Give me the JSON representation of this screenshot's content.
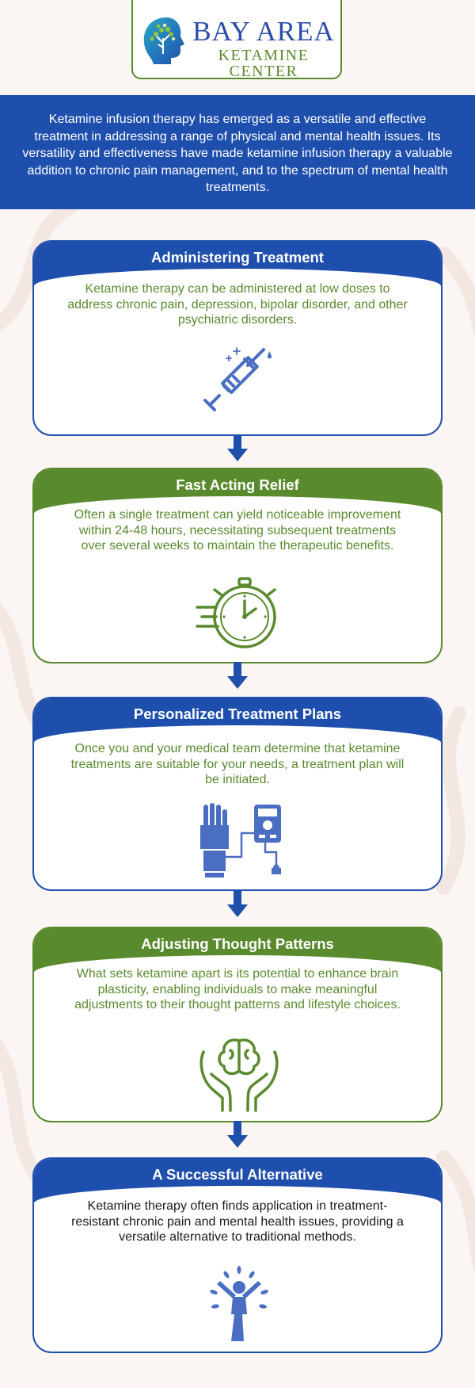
{
  "header": {
    "logo_line_1": "BAY AREA",
    "logo_line_2": "KETAMINE CENTER"
  },
  "intro": "Ketamine infusion therapy has emerged as a versatile and effective treatment in addressing a range of physical and mental health issues. Its versatility and effectiveness have made ketamine infusion therapy a valuable addition to chronic pain management, and to the spectrum of mental health treatments.",
  "sections": [
    {
      "title": "Administering Treatment",
      "body": "Ketamine therapy can be administered at low doses to address chronic pain, depression, bipolar disorder, and other psychiatric disorders.",
      "icon": "syringe-icon",
      "theme": "blue"
    },
    {
      "title": "Fast Acting Relief",
      "body": "Often a single treatment can yield noticeable improvement within 24-48 hours, necessitating subsequent treatments over several weeks to maintain the therapeutic benefits.",
      "icon": "stopwatch-icon",
      "theme": "green"
    },
    {
      "title": "Personalized Treatment Plans",
      "body": "Once you and your medical team determine that ketamine treatments are suitable for your needs, a treatment plan will be initiated.",
      "icon": "iv-pump-icon",
      "theme": "blue"
    },
    {
      "title": "Adjusting Thought Patterns",
      "body": "What sets ketamine apart is its potential to enhance brain plasticity, enabling individuals to make meaningful adjustments to their thought patterns and lifestyle choices.",
      "icon": "brain-hands-icon",
      "theme": "green"
    },
    {
      "title": "A Successful Alternative",
      "body": "Ketamine therapy often finds application in treatment-resistant chronic pain and mental health issues, providing a versatile alternative to traditional methods.",
      "icon": "person-celebrating-icon",
      "theme": "blue"
    }
  ],
  "colors": {
    "brand_blue": "#1f4fac",
    "brand_green": "#5a8a2e",
    "icon_blue": "#4a6fc2",
    "background": "#fbf6f3"
  }
}
